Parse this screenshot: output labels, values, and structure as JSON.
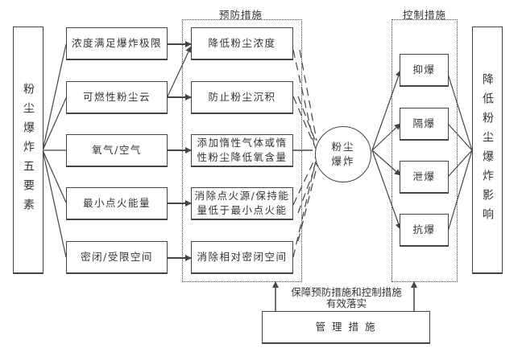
{
  "title_left": "粉尘爆炸五要素",
  "title_right": "降低粉尘爆炸影响",
  "elements": [
    {
      "label": "浓度满足爆炸极限"
    },
    {
      "label": "可燃性粉尘云"
    },
    {
      "label": "氧气/空气"
    },
    {
      "label": "最小点火能量"
    },
    {
      "label": "密闭/受限空间"
    }
  ],
  "prevention": {
    "title": "预防措施",
    "items": [
      {
        "label": "降低粉尘浓度"
      },
      {
        "label": "防止粉尘沉积"
      },
      {
        "label": "添加惰性气体或惰性粉尘降低氧含量"
      },
      {
        "label": "消除点火源/保持能量低于最小点火能"
      },
      {
        "label": "消除相对密闭空间"
      }
    ]
  },
  "center": {
    "label": "粉尘爆炸"
  },
  "control": {
    "title": "控制措施",
    "items": [
      {
        "label": "抑爆"
      },
      {
        "label": "隔爆"
      },
      {
        "label": "泄爆"
      },
      {
        "label": "抗爆"
      }
    ]
  },
  "management": {
    "label": "管 理 措 施",
    "caption": "保障预防措施和控制措施有效落实"
  }
}
